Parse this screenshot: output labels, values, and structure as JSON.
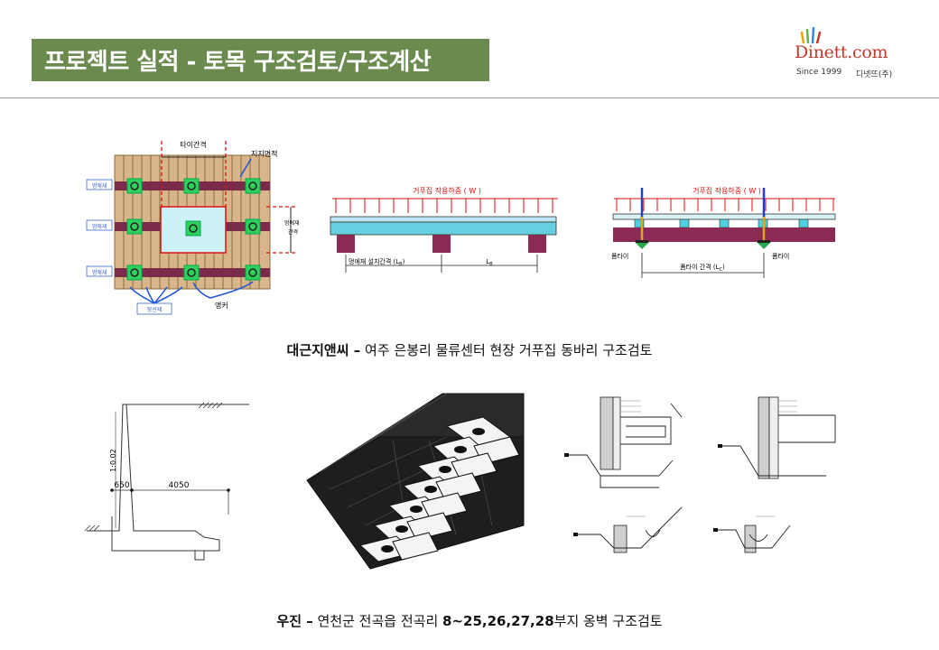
{
  "header": {
    "title": "프로젝트 실적 - 토목 구조검토/구조계산"
  },
  "logo": {
    "wordmark": "Dinett.com",
    "since": "Since 1999",
    "corp": "디넷뜨(주)"
  },
  "figure1": {
    "tie_spacing": "타이간격",
    "support_area": "지지면적",
    "waler": "멍에재",
    "waler_spacing_1": "멍에재",
    "waler_spacing_2": "간격",
    "joist": "장선재",
    "anchor": "앵커"
  },
  "figure2": {
    "load_label": "거푸집 작용하중 ( W )",
    "spacing_label": "멍에재 설치간격 (L",
    "spacing_sub": "B",
    "lb_label": "L",
    "lb_sub": "B"
  },
  "figure3": {
    "load_label": "거푸집 작용하중 ( W )",
    "form_tie_left": "폼타이",
    "form_tie_right": "폼타이",
    "tie_spacing_label": "폼타이 간격 (L",
    "tie_spacing_sub": "C",
    "tie_spacing_close": ")"
  },
  "caption1": {
    "company": "대근지앤씨 –",
    "text": " 여주 은봉리 물류센터 현장 거푸집 동바리 구조검토"
  },
  "figure4": {
    "slope": "1:0.02",
    "dim_left": "650",
    "dim_right": "4050"
  },
  "caption2": {
    "company": "우진 –",
    "text_a": " 연천군 전곡읍 전곡리 ",
    "lots": "8~25,26,27,28",
    "text_b": "부지  옹벽 구조검토"
  }
}
